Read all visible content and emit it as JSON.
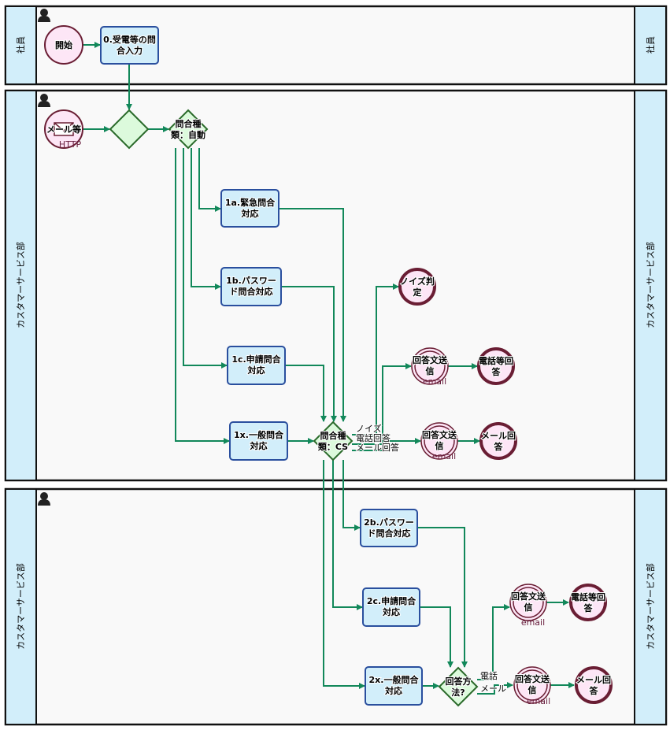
{
  "lanes": [
    {
      "name": "社員"
    },
    {
      "name": "カスタマーサービス部"
    },
    {
      "name": "カスタマーサービス部"
    }
  ],
  "nodes": {
    "start": "開始",
    "task0": [
      "0.受電等の問",
      "合入力"
    ],
    "msg_start": "メール等",
    "msg_start_sub": "HTTP",
    "gw_auto": [
      "問合種",
      "類：自動"
    ],
    "t1a": [
      "1a.緊急問合",
      "対応"
    ],
    "t1b": [
      "1b.パスワー",
      "ド問合対応"
    ],
    "t1c": [
      "1c.申請問合",
      "対応"
    ],
    "t1x": [
      "1x.一般問合",
      "対応"
    ],
    "gw_cs": [
      "問合種",
      "類：CS"
    ],
    "noise_end": [
      "ノイズ判",
      "定"
    ],
    "send1": [
      "回答文送",
      "信"
    ],
    "send_sub": "email",
    "phone_end1": [
      "電話等回",
      "答"
    ],
    "send2": [
      "回答文送",
      "信"
    ],
    "mail_end1": [
      "メール回",
      "答"
    ],
    "t2b": [
      "2b.パスワー",
      "ド問合対応"
    ],
    "t2c": [
      "2c.申請問合",
      "対応"
    ],
    "t2x": [
      "2x.一般問合",
      "対応"
    ],
    "gw_method": [
      "回答方",
      "法?"
    ],
    "send3": [
      "回答文送",
      "信"
    ],
    "phone_end2": [
      "電話等回",
      "答"
    ],
    "send4": [
      "回答文送",
      "信"
    ],
    "mail_end2": [
      "メール回",
      "答"
    ]
  },
  "flow_labels": {
    "noise": "ノイズ",
    "phone": "電話回答",
    "mail": "メール回答",
    "phone2": "電話",
    "mail2": "メール"
  },
  "colors": {
    "flow": "#12885a",
    "task": "#d2eefa",
    "gateway": "#dcfadc",
    "event": "#fde6f6",
    "end_border": "#6a1e34"
  }
}
